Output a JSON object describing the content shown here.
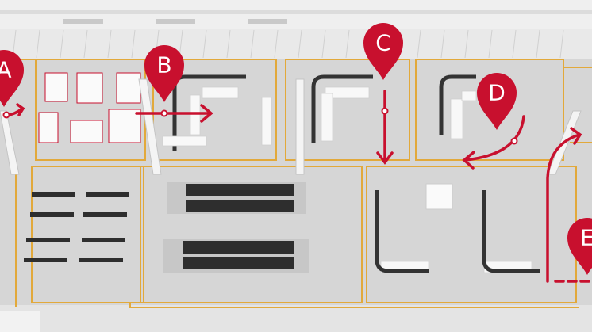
{
  "pins": [
    {
      "label": "A"
    },
    {
      "label": "B"
    },
    {
      "label": "C"
    },
    {
      "label": "D"
    },
    {
      "label": "E"
    }
  ],
  "colors": {
    "pin": "#c8102e",
    "zone_line": "#e2a93b",
    "floor": "#d9d9d9",
    "conveyor": "#2e2e2e"
  }
}
